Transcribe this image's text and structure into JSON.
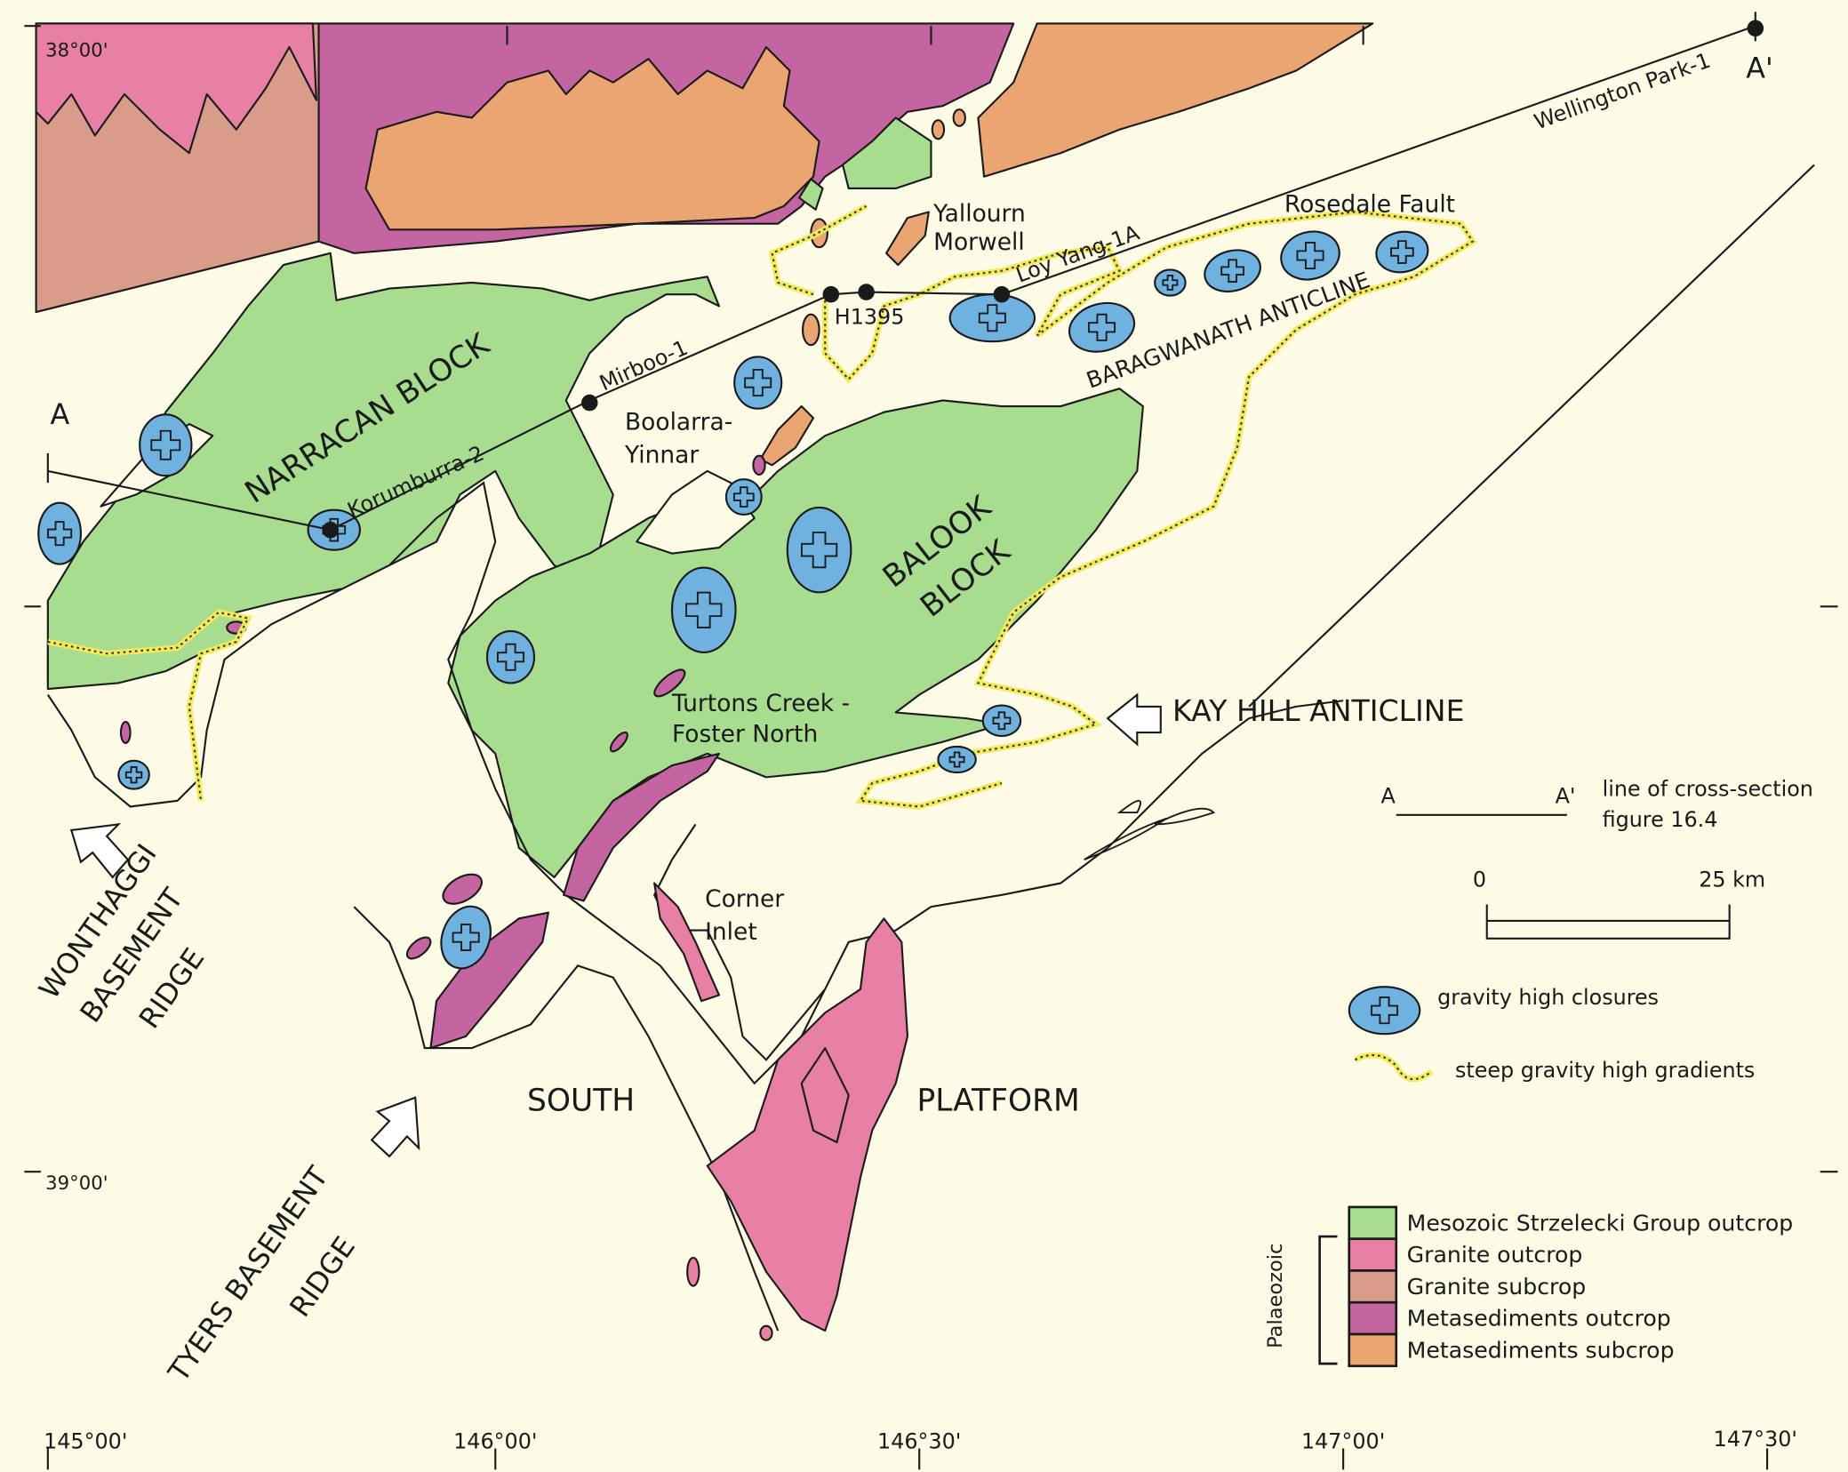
{
  "colors": {
    "background": "#fdfbe6",
    "mesozoic_outcrop": "#a8dc8f",
    "granite_outcrop": "#e87fa4",
    "granite_subcrop": "#d99c8a",
    "metasediments_outcrop": "#c464a0",
    "metasediments_subcrop": "#eba572",
    "gravity_high": "#6fb2e0",
    "gravity_gradient": "#f3ea5a"
  },
  "axes": {
    "lat_labels": [
      "38°00'",
      "39°00'"
    ],
    "lon_labels": [
      "145°00'",
      "146°00'",
      "146°30'",
      "147°00'",
      "147°30'"
    ]
  },
  "places": {
    "narracan_block": "NARRACAN BLOCK",
    "balook_block_1": "BALOOK",
    "balook_block_2": "BLOCK",
    "baragwanath": "BARAGWANATH ANTICLINE",
    "kay_hill": "KAY HILL ANTICLINE",
    "rosedale": "Rosedale Fault",
    "yallourn": "Yallourn",
    "morwell": "Morwell",
    "boolarra_1": "Boolarra-",
    "boolarra_2": "Yinnar",
    "turtons_1": "Turtons Creek -",
    "turtons_2": "Foster North",
    "corner_1": "Corner",
    "corner_2": "Inlet",
    "south": "SOUTH",
    "platform": "PLATFORM",
    "wonthaggi_1": "WONTHAGGI",
    "wonthaggi_2": "BASEMENT",
    "wonthaggi_3": "RIDGE",
    "tyers_1": "TYERS BASEMENT",
    "tyers_2": "RIDGE"
  },
  "wells": {
    "wellington": "Wellington Park-1",
    "loy_yang": "Loy Yang-1A",
    "h1395": "H1395",
    "mirboo": "Mirboo-1",
    "korumburra": "Korumburra-2"
  },
  "section": {
    "start": "A",
    "end": "A'"
  },
  "legend": {
    "section_a": "A",
    "section_a2": "A'",
    "section_text_1": "line of cross-section",
    "section_text_2": "figure 16.4",
    "scale_0": "0",
    "scale_25": "25 km",
    "gravity_closures": "gravity high closures",
    "gravity_gradients": "steep gravity high gradients",
    "palaeozoic": "Palaeozoic",
    "items": [
      {
        "label": "Mesozoic Strzelecki Group  outcrop",
        "color": "#a8dc8f"
      },
      {
        "label": "Granite outcrop",
        "color": "#e87fa4"
      },
      {
        "label": "Granite subcrop",
        "color": "#d99c8a"
      },
      {
        "label": "Metasediments outcrop",
        "color": "#c464a0"
      },
      {
        "label": "Metasediments subcrop",
        "color": "#eba572"
      }
    ]
  }
}
